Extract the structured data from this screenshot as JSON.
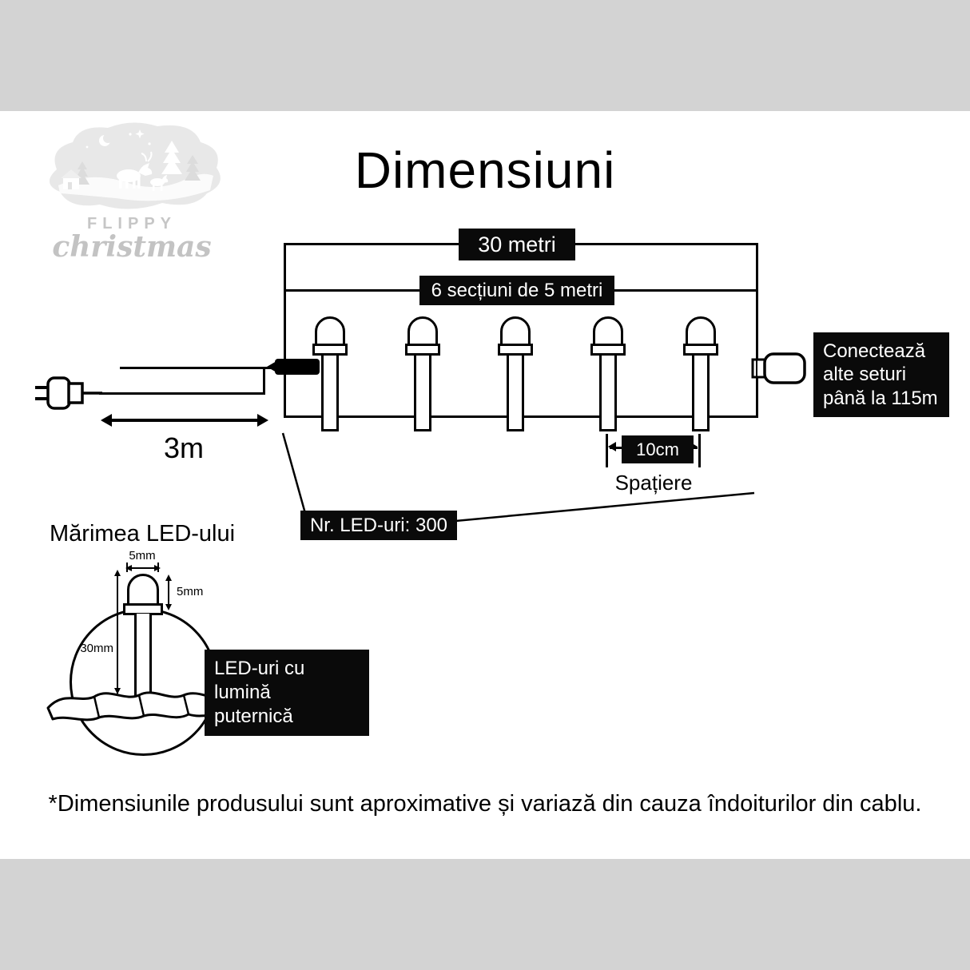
{
  "title": "Dimensiuni",
  "logo": {
    "brand": "FLIPPY",
    "script": "christmas"
  },
  "measurements": {
    "total": "30 metri",
    "sections": "6 secțiuni de 5 metri",
    "lead": "3m",
    "spacing": "10cm",
    "spacing_caption": "Spațiere",
    "led_count": "Nr. LED-uri: 300",
    "connect": [
      "Conectează",
      "alte seturi",
      "până la 115m"
    ]
  },
  "led_detail": {
    "heading": "Mărimea LED-ului",
    "bulb_width": "5mm",
    "bulb_height": "5mm",
    "total_height": "30mm",
    "callout": [
      "LED-uri cu lumină",
      "puternică"
    ]
  },
  "footnote": "*Dimensiunile produsului sunt aproximative și variază din cauza îndoiturilor din cablu.",
  "colors": {
    "background": "#d3d3d3",
    "panel": "#ffffff",
    "label_bg": "#0a0a0a",
    "label_text": "#ffffff",
    "line": "#000000"
  }
}
